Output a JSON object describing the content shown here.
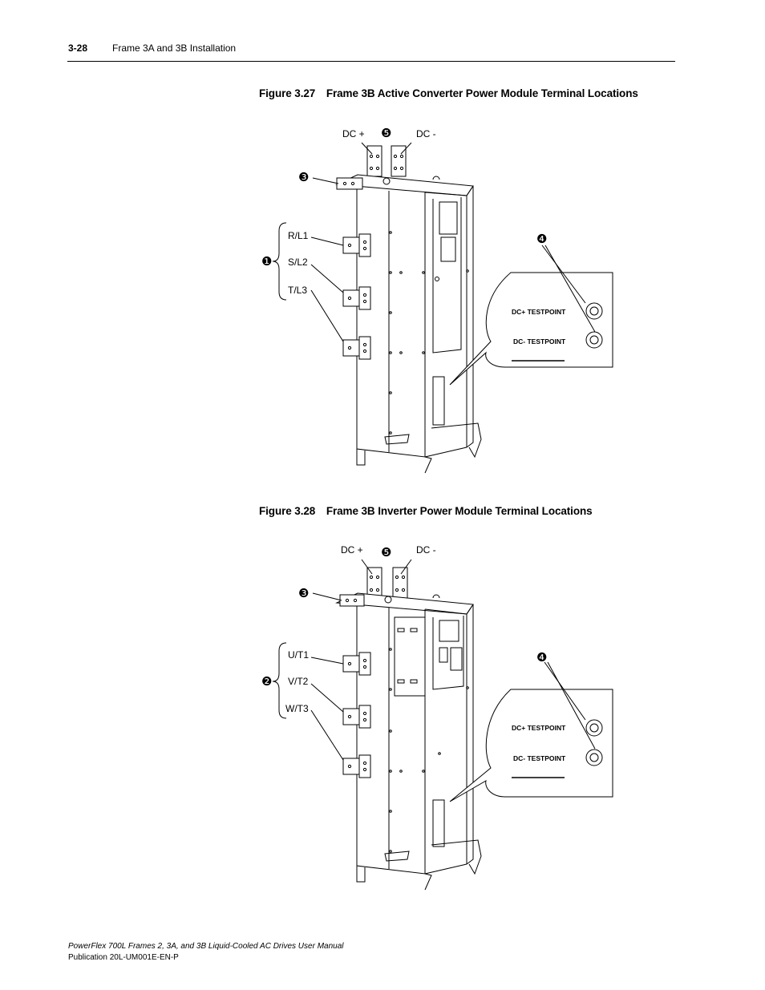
{
  "header": {
    "page_number": "3-28",
    "section_title": "Frame 3A and 3B Installation"
  },
  "figures": [
    {
      "number": "Figure 3.27",
      "title": "Frame 3B Active Converter Power Module Terminal Locations",
      "labels": {
        "dc_plus": "DC +",
        "dc_minus": "DC -",
        "line_1": "R/L1",
        "line_2": "S/L2",
        "line_3": "T/L3",
        "testpoint_plus": "DC+ TESTPOINT",
        "testpoint_minus": "DC- TESTPOINT"
      },
      "callouts": {
        "group": "❶",
        "ground": "❸",
        "testpoints": "❹",
        "dc": "❺"
      }
    },
    {
      "number": "Figure 3.28",
      "title": "Frame 3B Inverter Power Module Terminal Locations",
      "labels": {
        "dc_plus": "DC +",
        "dc_minus": "DC -",
        "line_1": "U/T1",
        "line_2": "V/T2",
        "line_3": "W/T3",
        "testpoint_plus": "DC+ TESTPOINT",
        "testpoint_minus": "DC- TESTPOINT"
      },
      "callouts": {
        "group": "❷",
        "ground": "❸",
        "testpoints": "❹",
        "dc": "❺"
      }
    }
  ],
  "footer": {
    "manual_title": "PowerFlex 700L Frames 2, 3A, and 3B Liquid-Cooled AC Drives User Manual",
    "publication": "Publication 20L-UM001E-EN-P"
  }
}
